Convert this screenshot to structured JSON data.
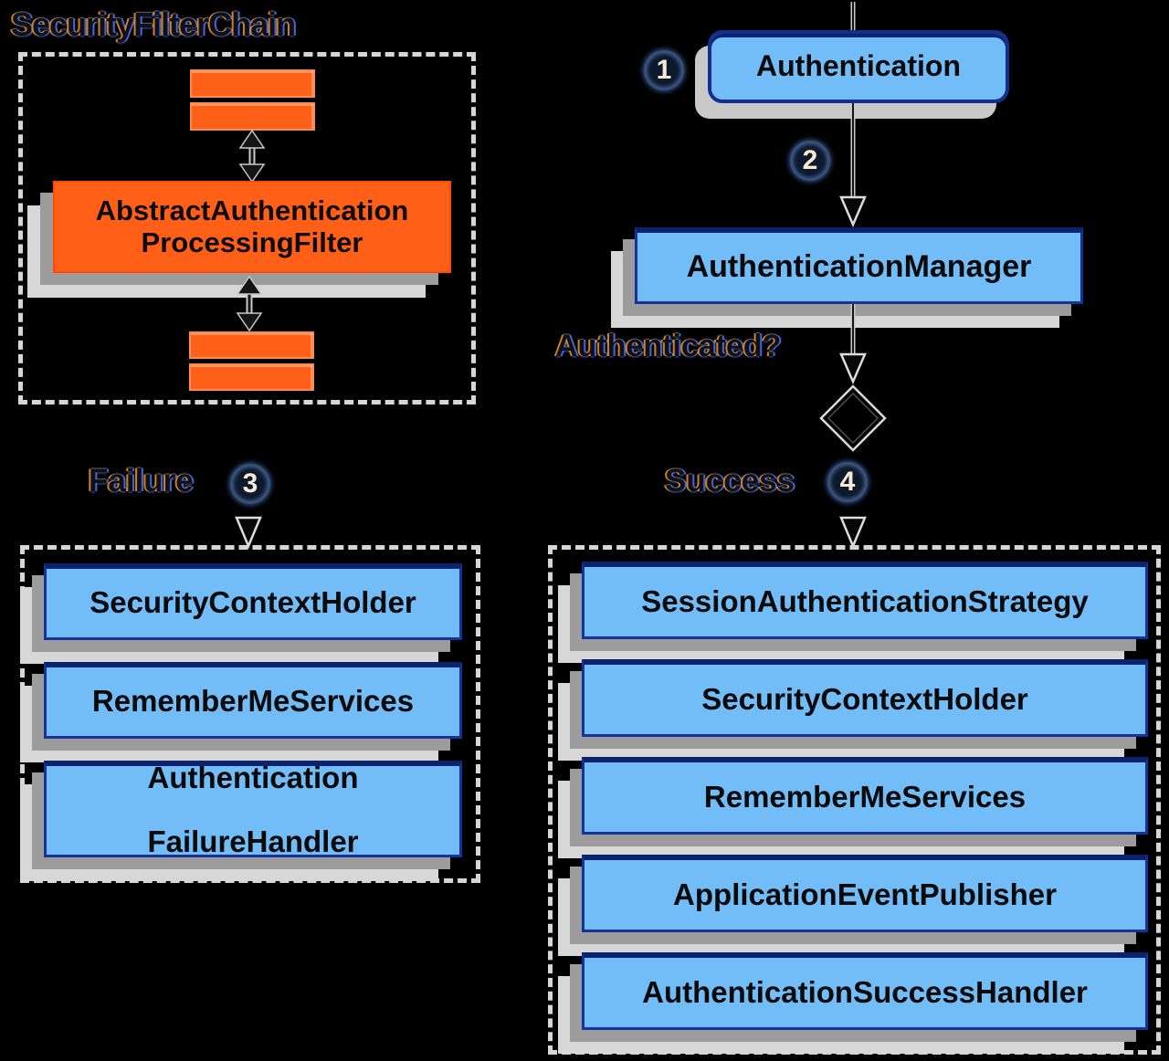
{
  "colors": {
    "background": "#000000",
    "box_blue": "#72bdf8",
    "box_navy_border": "#15339b",
    "orange": "#ff5f17",
    "orange_border": "#ff4a00",
    "shadow_mid": "#9c9c9c",
    "shadow_light": "#d7d7d7",
    "dashed_border": "#d6d6d6"
  },
  "security_filter_chain": {
    "title": "SecurityFilterChain",
    "filter_line1": "AbstractAuthentication",
    "filter_line2": "ProcessingFilter"
  },
  "flow": {
    "step1_number": "1",
    "authentication_label": "Authentication",
    "step2_number": "2",
    "authentication_manager_label": "AuthenticationManager",
    "authenticated_question": "Authenticated?",
    "failure_label": "Failure",
    "step3_number": "3",
    "success_label": "Success",
    "step4_number": "4"
  },
  "failure_box": {
    "item1": "SecurityContextHolder",
    "item2": "RememberMeServices",
    "item3_line1": "Authentication",
    "item3_line2": "FailureHandler"
  },
  "success_box": {
    "item1": "SessionAuthenticationStrategy",
    "item2": "SecurityContextHolder",
    "item3": "RememberMeServices",
    "item4": "ApplicationEventPublisher",
    "item5": "AuthenticationSuccessHandler"
  }
}
